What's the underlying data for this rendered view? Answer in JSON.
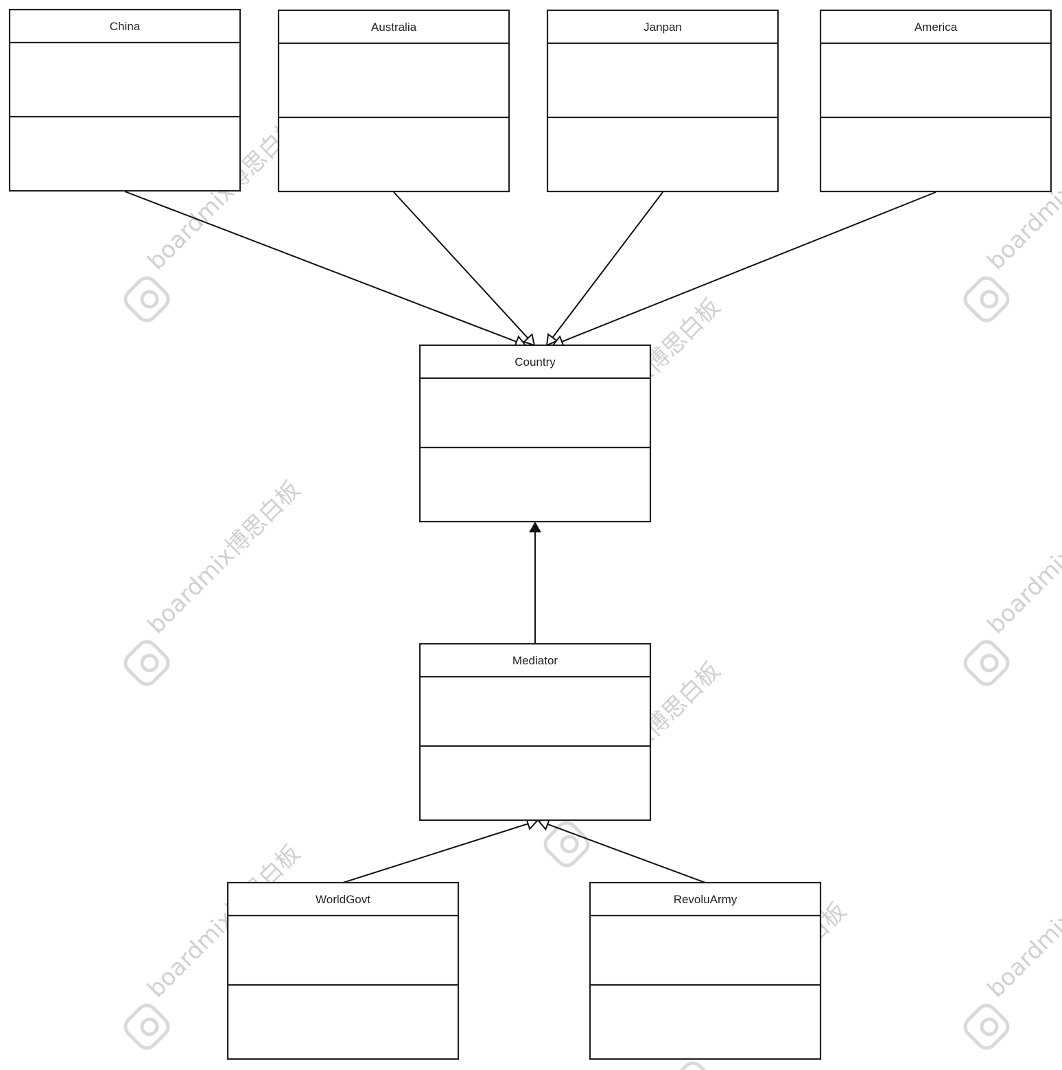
{
  "diagram": {
    "classes": [
      {
        "id": "china",
        "name": "China"
      },
      {
        "id": "australia",
        "name": "Australia"
      },
      {
        "id": "japan",
        "name": "Janpan"
      },
      {
        "id": "america",
        "name": "America"
      },
      {
        "id": "country",
        "name": "Country"
      },
      {
        "id": "mediator",
        "name": "Mediator"
      },
      {
        "id": "worldgovt",
        "name": "WorldGovt"
      },
      {
        "id": "revoluarmy",
        "name": "RevoluArmy"
      }
    ],
    "relations": [
      {
        "from": "china",
        "to": "country",
        "type": "generalization"
      },
      {
        "from": "australia",
        "to": "country",
        "type": "generalization"
      },
      {
        "from": "japan",
        "to": "country",
        "type": "generalization"
      },
      {
        "from": "america",
        "to": "country",
        "type": "generalization"
      },
      {
        "from": "mediator",
        "to": "country",
        "type": "association"
      },
      {
        "from": "worldgovt",
        "to": "mediator",
        "type": "generalization"
      },
      {
        "from": "revoluarmy",
        "to": "mediator",
        "type": "generalization"
      }
    ]
  },
  "watermark": {
    "text": "boardmix博思白板",
    "color": "#c8c8c8"
  }
}
